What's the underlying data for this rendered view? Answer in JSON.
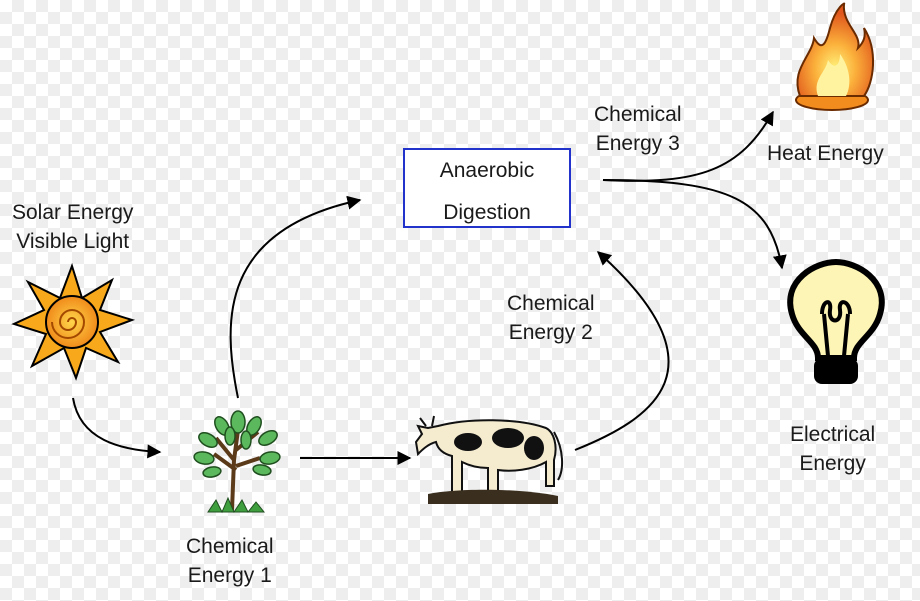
{
  "labels": {
    "solar": [
      "Solar Energy",
      "Visible Light"
    ],
    "chem1": [
      "Chemical",
      "Energy 1"
    ],
    "chem2": [
      "Chemical",
      "Energy 2"
    ],
    "chem3": [
      "Chemical",
      "Energy 3"
    ],
    "heat": "Heat Energy",
    "electrical": [
      "Electrical",
      "Energy"
    ]
  },
  "process_box": [
    "Anaerobic",
    "Digestion"
  ],
  "colors": {
    "box_border": "#2233cc",
    "sun_orange": "#f7a81b",
    "flame_orange": "#f28c1e",
    "bulb_yellow": "#fdf5b5",
    "leaf_green": "#5cb85c"
  },
  "icons": [
    "sun-icon",
    "tree-icon",
    "cow-icon",
    "flame-icon",
    "light-bulb-icon"
  ]
}
